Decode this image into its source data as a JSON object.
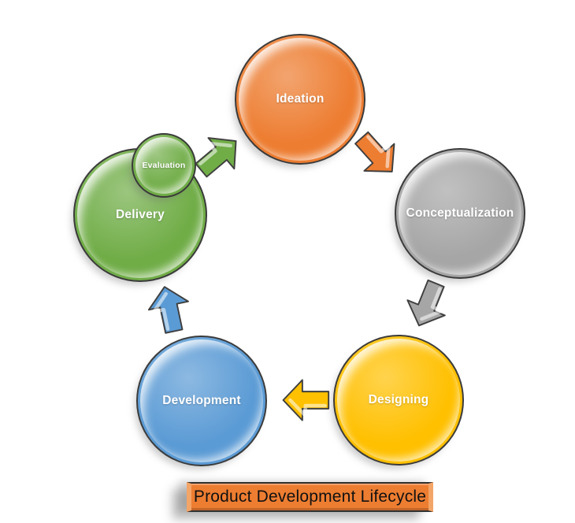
{
  "diagram": {
    "title": "Product Development Lifecycle",
    "title_bg": "#ED7D31",
    "background": "#FFFFFF",
    "outline_color": "#3B3B3B",
    "nodes": [
      {
        "id": "ideation",
        "label": "Ideation",
        "color": "#ED7D31",
        "size": "large"
      },
      {
        "id": "conceptualization",
        "label": "Conceptualization",
        "color": "#A6A6A6",
        "size": "large"
      },
      {
        "id": "designing",
        "label": "Designing",
        "color": "#FFC000",
        "size": "large"
      },
      {
        "id": "development",
        "label": "Development",
        "color": "#5B9BD5",
        "size": "large"
      },
      {
        "id": "delivery",
        "label": "Delivery",
        "color": "#70AD47",
        "size": "large"
      },
      {
        "id": "evaluation",
        "label": "Evaluation",
        "color": "#70AD47",
        "size": "small"
      }
    ],
    "arrows": [
      {
        "from": "ideation",
        "to": "conceptualization",
        "color": "#ED7D31",
        "direction": "down-right"
      },
      {
        "from": "conceptualization",
        "to": "designing",
        "color": "#A6A6A6",
        "direction": "down-left"
      },
      {
        "from": "designing",
        "to": "development",
        "color": "#FFC000",
        "direction": "left"
      },
      {
        "from": "development",
        "to": "delivery",
        "color": "#5B9BD5",
        "direction": "up"
      },
      {
        "from": "evaluation",
        "to": "ideation",
        "color": "#70AD47",
        "direction": "up-right"
      }
    ]
  }
}
